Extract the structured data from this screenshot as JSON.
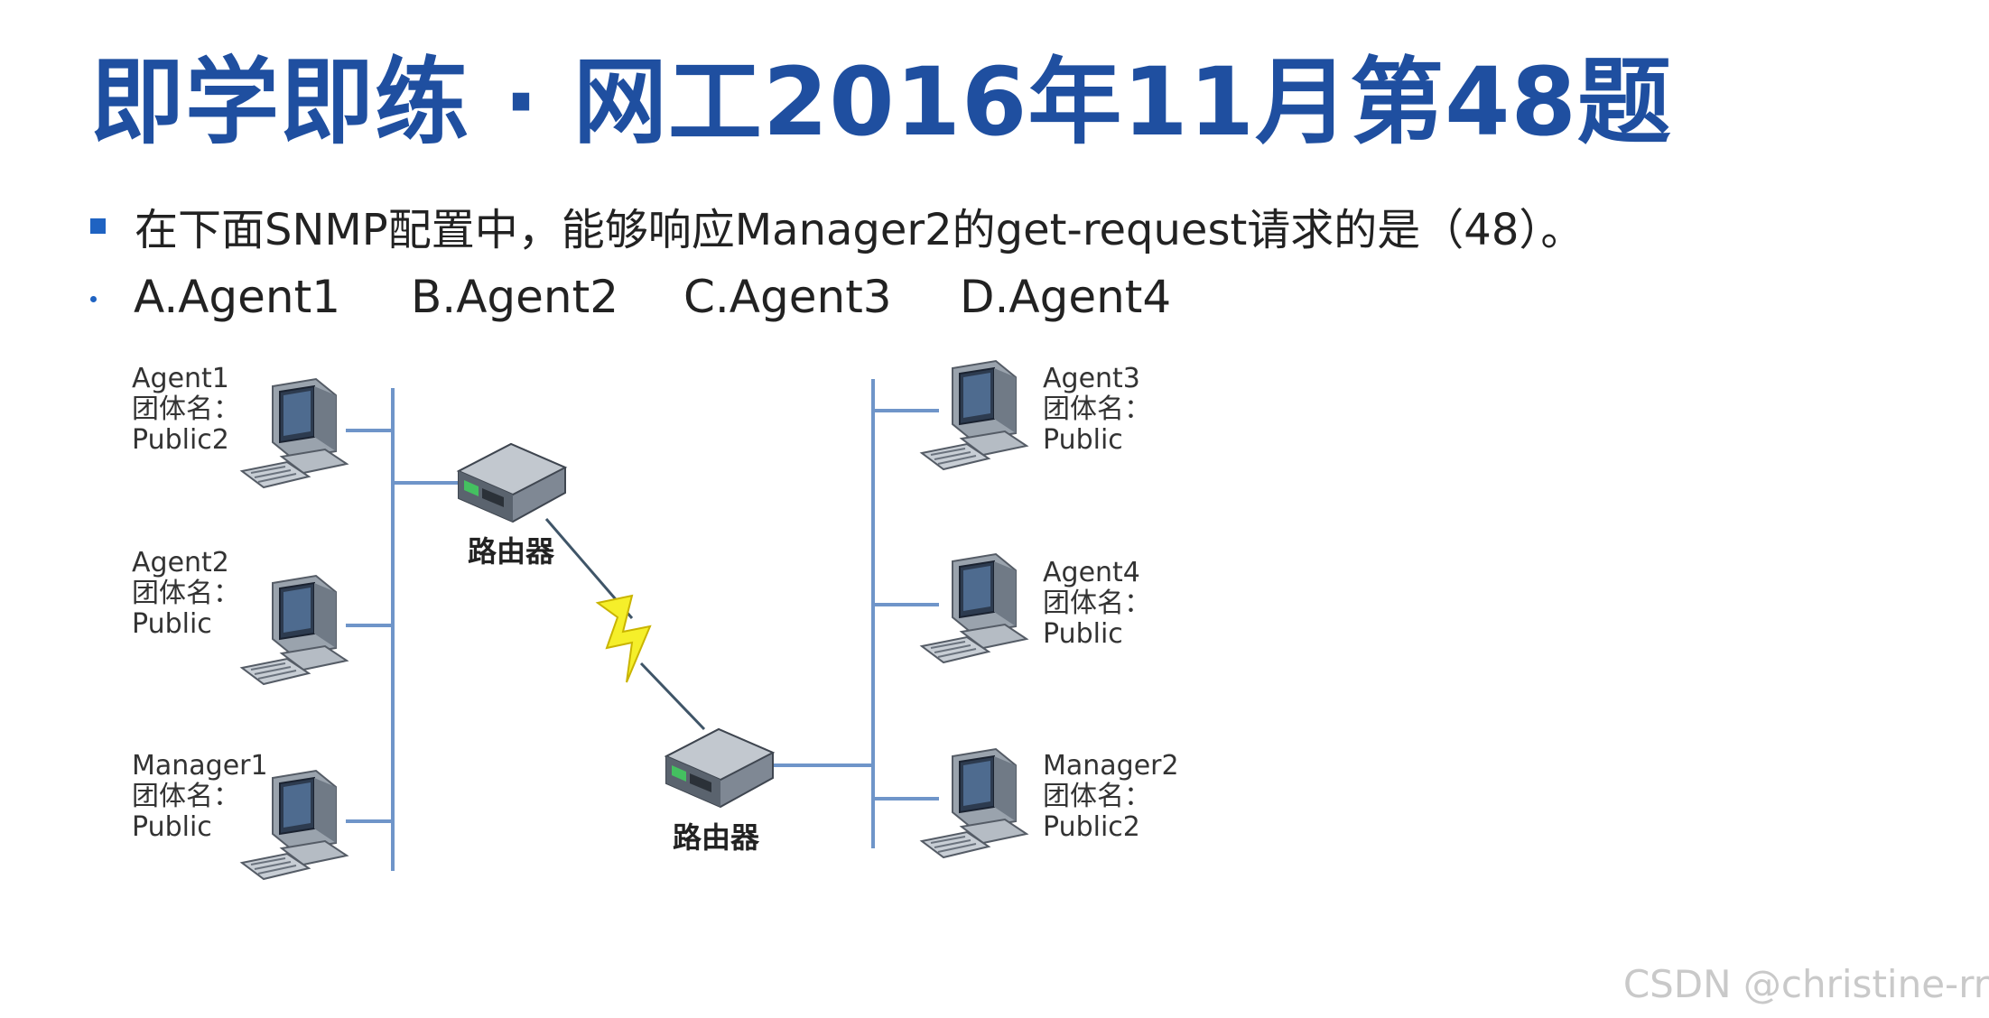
{
  "title": "即学即练 · 网工2016年11月第48题",
  "question": "在下面SNMP配置中，能够响应Manager2的get-request请求的是（48）。",
  "options": [
    "A.Agent1",
    "B.Agent2",
    "C.Agent3",
    "D.Agent4"
  ],
  "nodes": [
    {
      "name": "Agent1",
      "community_label": "团体名：",
      "community": "Public2"
    },
    {
      "name": "Agent2",
      "community_label": "团体名：",
      "community": "Public"
    },
    {
      "name": "Manager1",
      "community_label": "团体名：",
      "community": "Public"
    },
    {
      "name": "Agent3",
      "community_label": "团体名：",
      "community": "Public"
    },
    {
      "name": "Agent4",
      "community_label": "团体名：",
      "community": "Public"
    },
    {
      "name": "Manager2",
      "community_label": "团体名：",
      "community": "Public2"
    }
  ],
  "routers": [
    "路由器",
    "路由器"
  ],
  "watermark": "CSDN @christine-rr",
  "colors": {
    "title": "#1f4fa0",
    "bullet": "#1f63c2",
    "network_line": "#6f95c9",
    "serial_link": "#f5ef2a"
  },
  "icons": [
    "computer-icon",
    "router-icon",
    "lightning-link-icon"
  ]
}
